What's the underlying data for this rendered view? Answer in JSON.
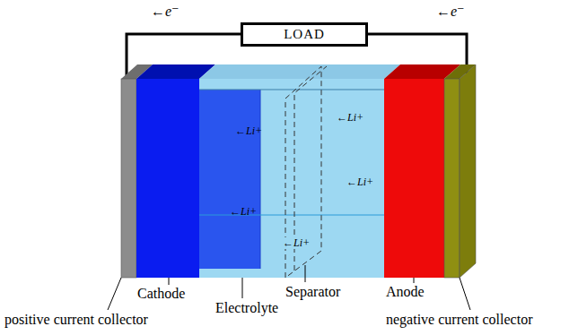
{
  "diagram": {
    "nodes": [
      {
        "text": [
          "LOAD"
        ]
      }
    ],
    "labels": [
      "←e⁻",
      "←e⁻",
      "←Li+",
      "←Li+",
      "←Li+",
      "←Li+",
      "←Li+",
      "Cathode",
      "Separator",
      "Anode",
      "Electrolyte",
      "positive current collector",
      "negative current collector"
    ]
  }
}
